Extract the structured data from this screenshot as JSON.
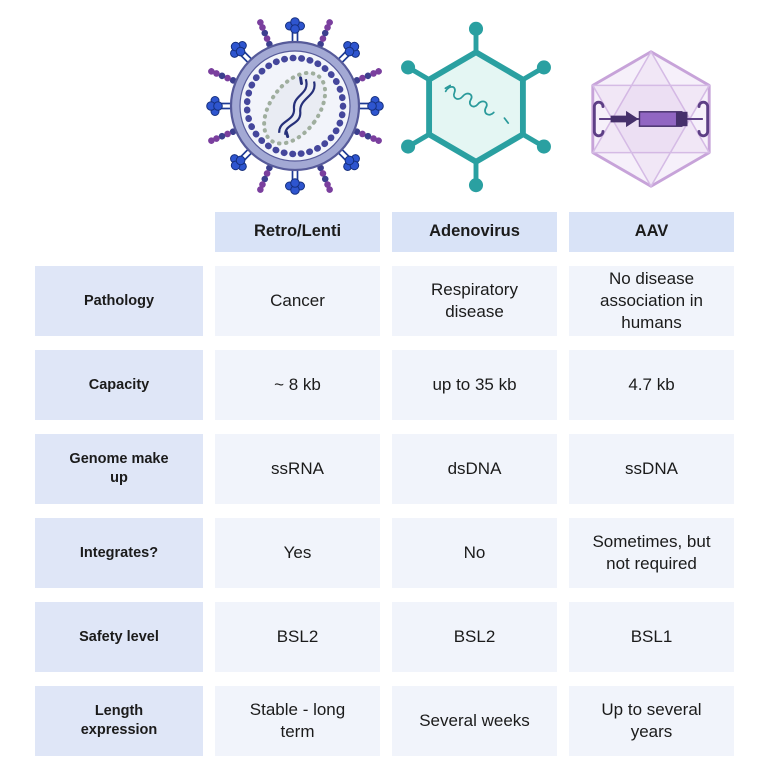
{
  "columns": [
    {
      "label": "Retro/Lenti",
      "icon": "retro-lenti-virus-icon"
    },
    {
      "label": "Adenovirus",
      "icon": "adenovirus-icon"
    },
    {
      "label": "AAV",
      "icon": "aav-virus-icon"
    }
  ],
  "rows": [
    {
      "label": "Pathology",
      "values": [
        "Cancer",
        "Respiratory disease",
        "No disease association in humans"
      ]
    },
    {
      "label": "Capacity",
      "values": [
        "~ 8 kb",
        "up to 35 kb",
        "4.7 kb"
      ]
    },
    {
      "label": "Genome make up",
      "values": [
        "ssRNA",
        "dsDNA",
        "ssDNA"
      ]
    },
    {
      "label": "Integrates?",
      "values": [
        "Yes",
        "No",
        "Sometimes, but not required"
      ]
    },
    {
      "label": "Safety level",
      "values": [
        "BSL2",
        "BSL2",
        "BSL1"
      ]
    },
    {
      "label": "Length expression",
      "values": [
        "Stable - long term",
        "Several weeks",
        "Up to several years"
      ]
    }
  ],
  "colors": {
    "cell_header_bg": "#d9e3f7",
    "cell_label_bg": "#dfe6f7",
    "cell_data_bg": "#f1f4fb",
    "retro_envelope": "#a3a9d4",
    "retro_outline": "#565a99",
    "retro_spike_blue": "#2e55cf",
    "retro_bead_purple": "#7a3f9e",
    "retro_bead_indigo": "#3c3f8e",
    "adeno_teal": "#2aa0a1",
    "adeno_fill": "#e4f6f3",
    "aav_outline": "#c7a3d9",
    "aav_fill": "#f6f0fa",
    "aav_gene_purple": "#9166c2",
    "aav_gene_dark": "#46306b"
  }
}
